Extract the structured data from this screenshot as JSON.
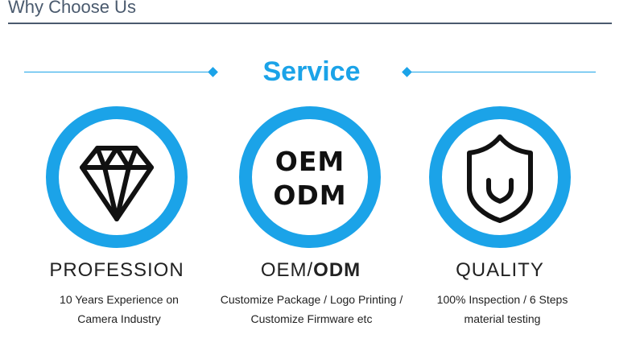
{
  "header": {
    "title": "Why Choose Us"
  },
  "banner": {
    "title": "Service"
  },
  "colors": {
    "accent": "#1ba3e8",
    "heading": "#4a5a6e"
  },
  "features": [
    {
      "icon": "diamond-icon",
      "title": "PROFESSION",
      "desc_line1": "10 Years Experience on",
      "desc_line2": "Camera Industry"
    },
    {
      "icon": "oem-odm-icon",
      "icon_text_line1": "OEM",
      "icon_text_line2": "ODM",
      "title_part1": "OEM/",
      "title_part2": "ODM",
      "desc_line1": "Customize Package / Logo Printing /",
      "desc_line2": "Customize Firmware etc"
    },
    {
      "icon": "shield-icon",
      "title": "QUALITY",
      "desc_line1": "100% Inspection / 6 Steps",
      "desc_line2": "material testing"
    }
  ]
}
